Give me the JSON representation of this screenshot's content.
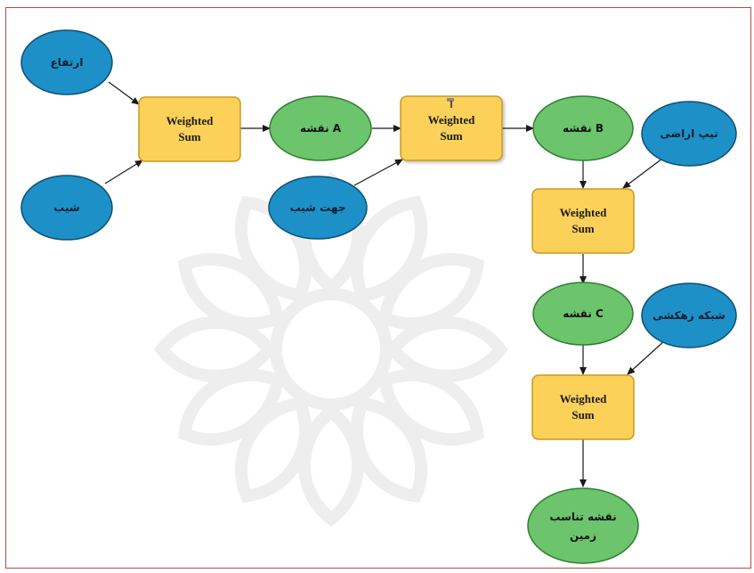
{
  "colors": {
    "input_fill": "#1E90C8",
    "input_stroke": "#0E4F73",
    "output_fill": "#6CC46C",
    "output_stroke": "#2E7D32",
    "tool_fill": "#FCD15A",
    "tool_stroke": "#C99A1C",
    "frame_border": "#B04B4B",
    "watermark": "#E3E3E3"
  },
  "nodes": {
    "n_elev": {
      "type": "input",
      "label": "ارتفاع"
    },
    "n_slope": {
      "type": "input",
      "label": "شیب"
    },
    "n_ws1": {
      "type": "tool",
      "line1": "Weighted",
      "line2": "Sum"
    },
    "n_mapA": {
      "type": "output",
      "label": "نقشه A"
    },
    "n_aspect": {
      "type": "input",
      "label": "جهت شیب"
    },
    "n_ws2": {
      "type": "tool",
      "line1": "Weighted",
      "line2": "Sum"
    },
    "n_mapB": {
      "type": "output",
      "label": "نقشه B"
    },
    "n_land": {
      "type": "input",
      "label": "تیپ اراضی"
    },
    "n_ws3": {
      "type": "tool",
      "line1": "Weighted",
      "line2": "Sum"
    },
    "n_mapC": {
      "type": "output",
      "label": "نقشه C"
    },
    "n_drain": {
      "type": "input",
      "label": "شبکه زهکشی"
    },
    "n_ws4": {
      "type": "tool",
      "line1": "Weighted",
      "line2": "Sum"
    },
    "n_final": {
      "type": "output",
      "label_line1": "نقشه تناسب",
      "label_line2": "زمین"
    }
  },
  "edges": [
    {
      "from": "ارتفاع",
      "to": "Weighted Sum"
    },
    {
      "from": "شیب",
      "to": "Weighted Sum"
    },
    {
      "from": "Weighted Sum",
      "to": "نقشه A"
    },
    {
      "from": "نقشه A",
      "to": "Weighted Sum"
    },
    {
      "from": "جهت شیب",
      "to": "Weighted Sum"
    },
    {
      "from": "Weighted Sum",
      "to": "نقشه B"
    },
    {
      "from": "نقشه B",
      "to": "Weighted Sum"
    },
    {
      "from": "تیپ اراضی",
      "to": "Weighted Sum"
    },
    {
      "from": "Weighted Sum",
      "to": "نقشه C"
    },
    {
      "from": "نقشه C",
      "to": "Weighted Sum"
    },
    {
      "from": "شبکه زهکشی",
      "to": "Weighted Sum"
    },
    {
      "from": "Weighted Sum",
      "to": "نقشه تناسب زمین"
    }
  ]
}
